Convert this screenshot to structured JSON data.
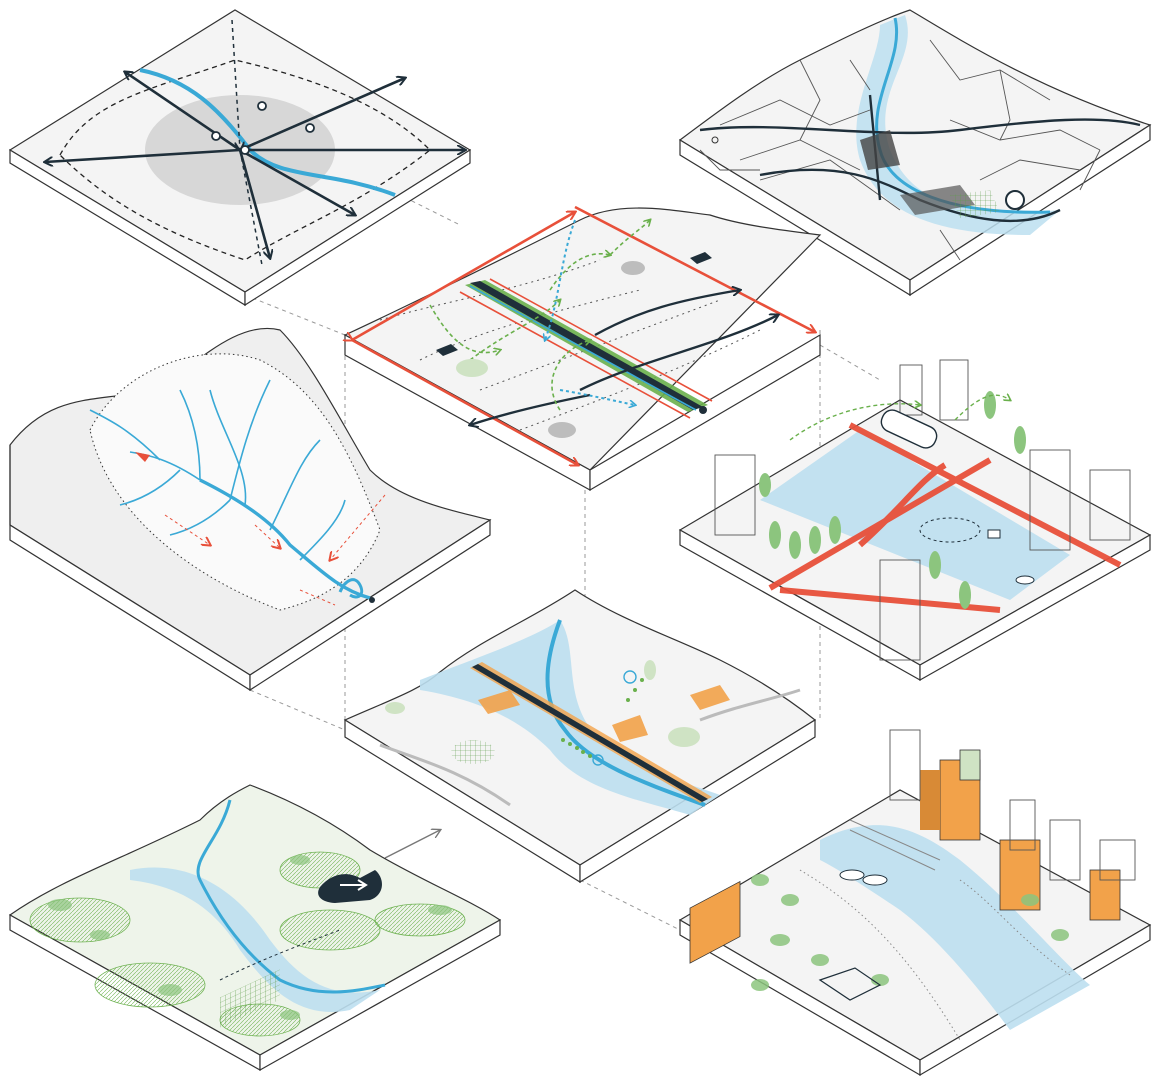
{
  "diagram": {
    "panels": [
      {
        "id": "panel-regional-network",
        "icon": "radial-road-network"
      },
      {
        "id": "panel-urban-road-network",
        "icon": "city-road-grid"
      },
      {
        "id": "panel-corridor-system",
        "icon": "corridor-with-flows"
      },
      {
        "id": "panel-watershed",
        "icon": "river-catchment"
      },
      {
        "id": "panel-street-section",
        "icon": "street-with-tram-and-trees"
      },
      {
        "id": "panel-site-plan",
        "icon": "river-site-plan"
      },
      {
        "id": "panel-landscape-ecology",
        "icon": "vegetation-floodplain"
      },
      {
        "id": "panel-riverfront-park",
        "icon": "riverfront-park-and-buildings"
      }
    ],
    "colors": {
      "river": "#3aa9d6",
      "water_zone": "#bcdff0",
      "corridor_red": "#e8503a",
      "corridor_green": "#6ab04c",
      "road": "#1f2f3a",
      "vegetation": "#8cc57e",
      "orange_accent": "#f2a24a",
      "terrain": "#f0f0f0"
    }
  }
}
